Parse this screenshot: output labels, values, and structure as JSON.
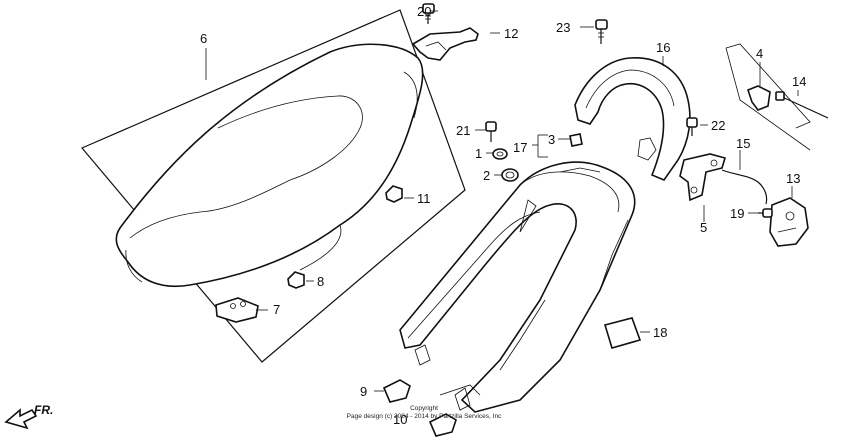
{
  "callouts": {
    "c1": "1",
    "c2": "2",
    "c3": "3",
    "c4": "4",
    "c5": "5",
    "c6": "6",
    "c7": "7",
    "c8": "8",
    "c9": "9",
    "c10": "10",
    "c11": "11",
    "c12": "12",
    "c13": "13",
    "c14": "14",
    "c15": "15",
    "c16": "16",
    "c17": "17",
    "c18": "18",
    "c19": "19",
    "c20": "20",
    "c21": "21",
    "c22": "22",
    "c23": "23"
  },
  "direction": {
    "label": "FR."
  },
  "copyright": {
    "line1": "Copyright",
    "line2": "Page design (c) 2004 - 2014 by Partzilla Services, Inc"
  }
}
